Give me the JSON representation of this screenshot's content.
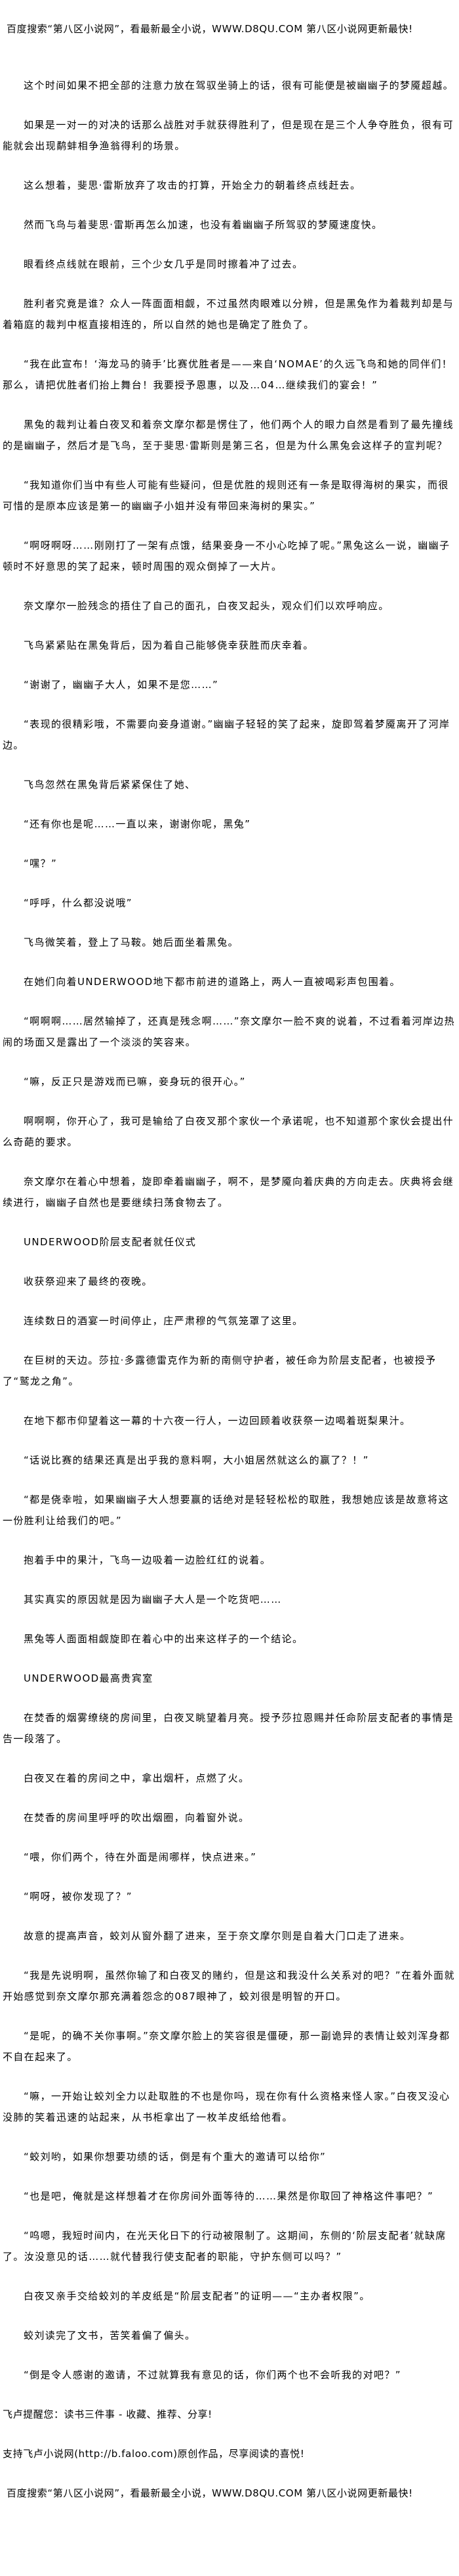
{
  "banner": "百度搜索“第八区小说网”，看最新最全小说，WWW.D8QU.COM  第八区小说网更新最快!",
  "paragraphs": [
    "这个时间如果不把全部的注意力放在驾驭坐骑上的话，很有可能便是被幽幽子的梦魇超越。",
    "如果是一对一的对决的话那么战胜对手就获得胜利了，但是现在是三个人争夺胜负，很有可能就会出现鹬蚌相争渔翁得利的场景。",
    "这么想着，斐思·雷斯放弃了攻击的打算，开始全力的朝着终点线赶去。",
    "然而飞鸟与着斐思·雷斯再怎么加速，也没有着幽幽子所驾驭的梦魇速度快。",
    "眼看终点线就在眼前，三个少女几乎是同时擦着冲了过去。",
    "胜利者究竟是谁？众人一阵面面相觑，不过虽然肉眼难以分辨，但是黑兔作为着裁判却是与着箱庭的裁判中枢直接相连的，所以自然的她也是确定了胜负了。",
    "“我在此宣布！‘海龙马的骑手’比赛优胜者是——来自‘NOMAE’的久远飞鸟和她的同伴们！那么，请把优胜者们抬上舞台！我要授予恩惠，以及…04…继续我们的宴会！”",
    "黑兔的裁判让着白夜叉和着奈文摩尔都是愣住了，他们两个人的眼力自然是看到了最先撞线的是幽幽子，然后才是飞鸟，至于斐思·雷斯则是第三名，但是为什么黑兔会这样子的宣判呢？",
    "“我知道你们当中有些人可能有些疑问，但是优胜的规则还有一条是取得海树的果实，而很可惜的是原本应该是第一的幽幽子小姐并没有带回来海树的果实。”",
    "“啊呀啊呀……刚刚打了一架有点饿，结果妾身一不小心吃掉了呢。”黑兔这么一说，幽幽子顿时不好意思的笑了起来，顿时周围的观众倒掉了一大片。",
    "奈文摩尔一脸残念的捂住了自己的面孔，白夜叉起头，观众们们以欢呼响应。",
    "飞鸟紧紧贴在黑兔背后，因为着自己能够侥幸获胜而庆幸着。",
    "“谢谢了，幽幽子大人，如果不是您……”",
    "“表现的很精彩哦，不需要向妾身道谢。”幽幽子轻轻的笑了起来，旋即驾着梦魇离开了河岸边。",
    "飞鸟忽然在黑兔背后紧紧保住了她、",
    "“还有你也是呢……一直以来，谢谢你呢，黑兔”",
    "“嘿？”",
    "“呼呼，什么都没说哦”",
    "飞鸟微笑着，登上了马鞍。她后面坐着黑兔。",
    "在她们向着UNDERWOOD地下都市前进的道路上，两人一直被喝彩声包围着。",
    "“啊啊啊……居然输掉了，还真是残念啊……”奈文摩尔一脸不爽的说着，不过看着河岸边热闹的场面又是露出了一个淡淡的笑容来。",
    "“嘛，反正只是游戏而已嘛，妾身玩的很开心。”",
    "啊啊啊，你开心了，我可是输给了白夜叉那个家伙一个承诺呢，也不知道那个家伙会提出什么奇葩的要求。",
    "奈文摩尔在着心中想着，旋即牵着幽幽子，啊不，是梦魇向着庆典的方向走去。庆典将会继续进行，幽幽子自然也是要继续扫荡食物去了。",
    "UNDERWOOD阶层支配者就任仪式",
    "收获祭迎来了最终的夜晚。",
    "连续数日的酒宴一时间停止，庄严肃穆的气氛笼罩了这里。",
    "在巨树的天边。莎拉·多露德雷克作为新的南侧守护者，被任命为阶层支配者，也被授予了“鹫龙之角”。",
    "在地下都市仰望着这一幕的十六夜一行人，一边回顾着收获祭一边喝着斑梨果汁。",
    "“话说比赛的结果还真是出乎我的意料啊，大小姐居然就这么的赢了？！”",
    "“都是侥幸啦，如果幽幽子大人想要赢的话绝对是轻轻松松的取胜，我想她应该是故意将这一份胜利让给我们的吧。”",
    "抱着手中的果汁，飞鸟一边吸着一边脸红红的说着。",
    "其实真实的原因就是因为幽幽子大人是一个吃货吧……",
    "黑兔等人面面相觑旋即在着心中的出来这样子的一个结论。",
    "UNDERWOOD最高贵宾室",
    "在焚香的烟雾缭绕的房间里，白夜叉眺望着月亮。授予莎拉恩赐并任命阶层支配者的事情是告一段落了。",
    "白夜叉在着的房间之中，拿出烟杆，点燃了火。",
    "在焚香的房间里呼呼的吹出烟圈，向着窗外说。",
    "“喂，你们两个，待在外面是闹哪样，快点进来。”",
    "“啊呀，被你发现了？”",
    "故意的提高声音，蛟刘从窗外翻了进来，至于奈文摩尔则是自着大门口走了进来。",
    "“我是先说明啊，虽然你输了和白夜叉的赌约，但是这和我没什么关系对的吧？”在着外面就开始感觉到奈文摩尔那充满着怨念的087眼神了，蛟刘很是明智的开口。",
    "“是呢，的确不关你事啊。”奈文摩尔脸上的笑容很是僵硬，那一副诡异的表情让蛟刘浑身都不自在起来了。",
    "“嘛，一开始让蛟刘全力以赴取胜的不也是你吗，现在你有什么资格来怪人家。”白夜叉没心没肺的笑着迅速的站起来，从书柜拿出了一枚羊皮纸给他看。",
    "“蛟刘哟，如果你想要功绩的话，倒是有个重大的邀请可以给你”",
    "“也是吧，俺就是这样想着才在你房间外面等待的……果然是你取回了神格这件事吧？”",
    "“呜嗯，我短时间内，在光天化日下的行动被限制了。这期间，东侧的‘阶层支配者’就缺席了。汝没意见的话……就代替我行使支配者的职能，守护东侧可以吗？”",
    "白夜叉亲手交给蛟刘的羊皮纸是“阶层支配者”的证明——“主办者权限”。",
    "蛟刘读完了文书，苦笑着偏了偏头。",
    "“倒是令人感谢的邀请，不过就算我有意见的话，你们两个也不会听我的对吧？”"
  ],
  "footer": {
    "reminder": "飞卢提醒您：读书三件事 - 收藏、推荐、分享!",
    "support": "支持飞卢小说网(http://b.faloo.com)原创作品，尽享阅读的喜悦!"
  }
}
